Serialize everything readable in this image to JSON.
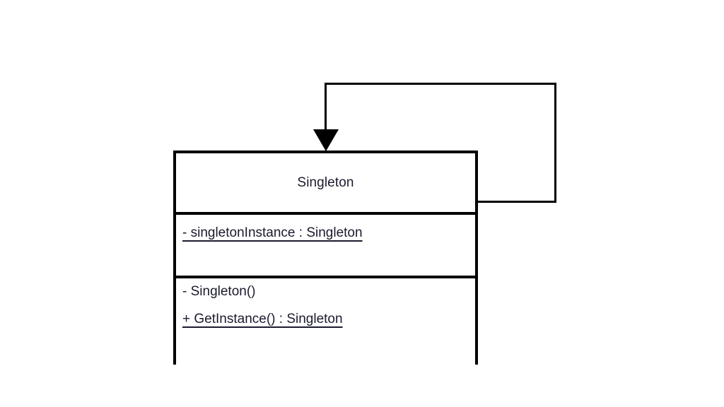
{
  "diagram": {
    "kind": "uml-class-diagram",
    "background_color": "#ffffff",
    "stroke_color": "#000000",
    "text_color": "#1a1a2e"
  },
  "class": {
    "name": "Singleton",
    "attributes": [
      {
        "text": "- singletonInstance : Singleton",
        "visibility": "-",
        "member_name": "singletonInstance",
        "type": "Singleton",
        "static": true
      }
    ],
    "operations": [
      {
        "text": "- Singleton()",
        "visibility": "-",
        "member_name": "Singleton()",
        "type": "",
        "static": false
      },
      {
        "text": "+ GetInstance() : Singleton",
        "visibility": "+",
        "member_name": "GetInstance()",
        "type": "Singleton",
        "static": true
      }
    ]
  },
  "association": {
    "name": "self-association",
    "label": "",
    "arrowhead": "filled-triangle",
    "direction": "down",
    "source": "Singleton",
    "target": "Singleton"
  }
}
